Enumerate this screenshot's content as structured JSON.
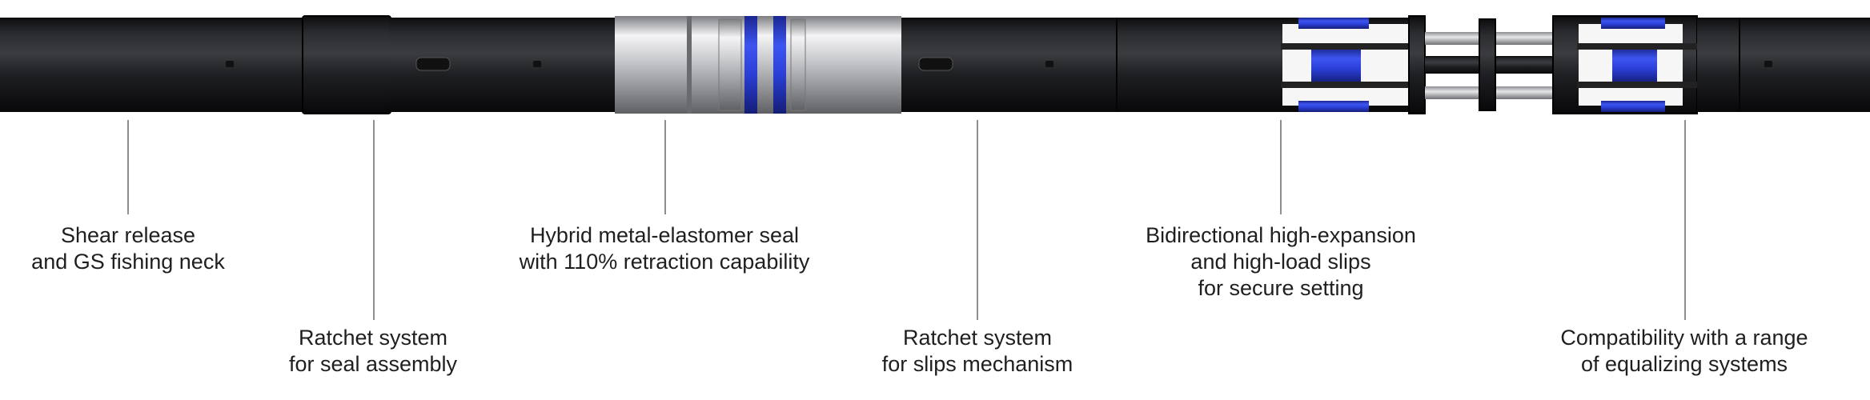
{
  "tool": {
    "name": "tool-assembly",
    "colors": {
      "body_dark": "#1b1c1e",
      "body_highlight": "#3a3b3f",
      "metal_light": "#e8e8ea",
      "metal_mid": "#a9aaae",
      "seal_blue": "#2a3fd6",
      "line_gray": "#8e8e8e",
      "text": "#1f1f1f"
    }
  },
  "callouts": [
    {
      "id": "shear-release",
      "lines": [
        "Shear release",
        "and GS fishing neck"
      ]
    },
    {
      "id": "ratchet-seal",
      "lines": [
        "Ratchet system",
        "for seal assembly"
      ]
    },
    {
      "id": "hybrid-seal",
      "lines": [
        "Hybrid metal-elastomer seal",
        "with 110% retraction capability"
      ]
    },
    {
      "id": "ratchet-slips",
      "lines": [
        "Ratchet system",
        "for slips mechanism"
      ]
    },
    {
      "id": "bidirectional-slips",
      "lines": [
        "Bidirectional high-expansion",
        "and high-load slips",
        "for secure setting"
      ]
    },
    {
      "id": "equalizing",
      "lines": [
        "Compatibility with a range",
        "of equalizing systems"
      ]
    }
  ]
}
